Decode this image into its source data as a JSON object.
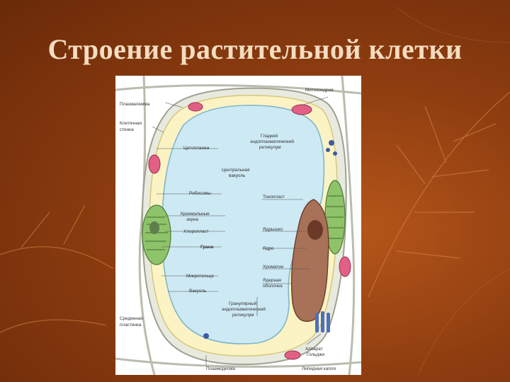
{
  "slide": {
    "title": "Строение растительной клетки"
  },
  "diagram": {
    "labels": {
      "mitochondria": "Митохондрия",
      "plasmalemma_top": "Плазмалемма",
      "cell_wall": [
        "Клеточная",
        "стенка"
      ],
      "smooth_er": [
        "Гладкий",
        "эндоплазматический",
        "ретикулум"
      ],
      "cytoplasm": "Цитоплазма",
      "central_vacuole": [
        "Центральная",
        "вакуоль"
      ],
      "ribosomes": "Рибосомы",
      "tonoplast": "Тонопласт",
      "starch_grains": [
        "Крахмальные",
        "зерна"
      ],
      "chloroplast": "Хлоропласт",
      "nucleolus": "Ядрышко",
      "grana": "Грана",
      "nucleus": "Ядро",
      "chromatin": "Хроматин",
      "microtubule": "Микротельце",
      "nuclear_envelope": [
        "Ядерная",
        "оболочка"
      ],
      "vacuole": "Вакуоль",
      "rough_er": [
        "Гранулярный",
        "эндоплазматический",
        "ретикулум"
      ],
      "middle_lamella": [
        "Срединная",
        "пластинка"
      ],
      "golgi": [
        "Аппарат",
        "Гольджи"
      ],
      "plasmodesma": "Плазмодесма",
      "lipid_drop": "Липидная капля"
    },
    "colors": {
      "vacuole": "#cde9f4",
      "cytoplasm": "#fbf3c4",
      "cell_wall": "#e8eadf",
      "mitochondria": "#e25f86",
      "chloroplast": "#8fc36a",
      "nucleus": "#a87258",
      "nucleolus": "#6b3a27"
    }
  }
}
